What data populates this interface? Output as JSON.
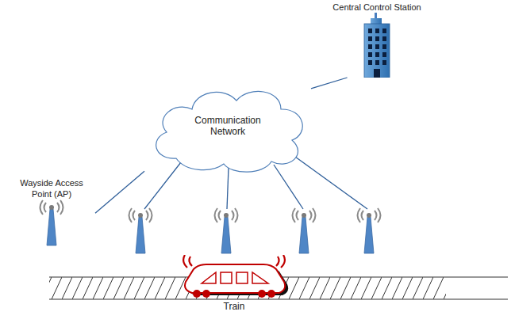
{
  "diagram": {
    "nodes": [
      {
        "text": [
          "Central Control Station"
        ]
      },
      {
        "text": [
          "Communication Network"
        ]
      },
      {
        "text": [
          "Wayside Access Point (AP)"
        ]
      },
      {
        "text": [
          "Train"
        ]
      }
    ],
    "edges": [
      {
        "from": 1,
        "to": 0,
        "arrow": "none"
      },
      {
        "from": 1,
        "to": 2,
        "arrow": "none"
      }
    ]
  }
}
